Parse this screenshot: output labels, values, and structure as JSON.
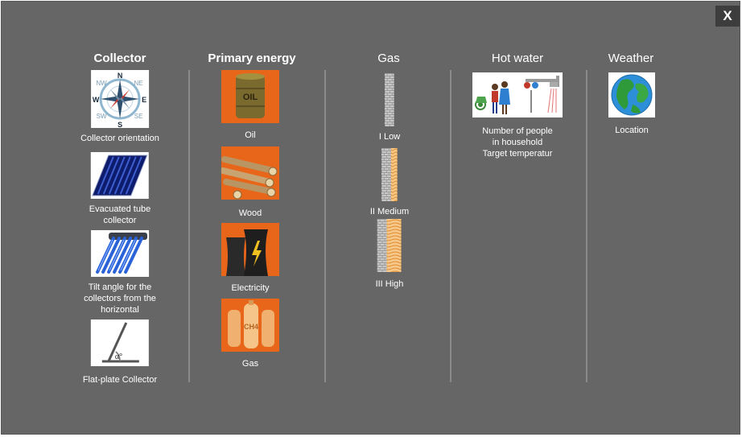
{
  "window": {
    "close_label": "X"
  },
  "columns": {
    "collector": {
      "title": "Collector",
      "items": [
        {
          "label": [
            "Collector orientation"
          ],
          "icon": "compass-rose-icon"
        },
        {
          "label": [
            "Evacuated tube",
            "collector"
          ],
          "icon": "flat-panel-icon"
        },
        {
          "label": [
            "Tilt angle for the",
            "collectors from the",
            "horizontal"
          ],
          "icon": "evacuated-tubes-icon"
        },
        {
          "label": [
            "Flat-plate Collector"
          ],
          "icon": "tilt-angle-icon"
        }
      ],
      "compass": {
        "n": "N",
        "s": "S",
        "e": "E",
        "w": "W",
        "ne": "NE",
        "nw": "NW",
        "se": "SE",
        "sw": "SW"
      },
      "angle_symbol": "α°"
    },
    "primary_energy": {
      "title": "Primary energy",
      "items": [
        {
          "label": "Oil",
          "icon": "oil-barrel-icon",
          "badge": "OIL"
        },
        {
          "label": "Wood",
          "icon": "wood-logs-icon"
        },
        {
          "label": "Electricity",
          "icon": "power-plant-icon"
        },
        {
          "label": "Gas",
          "icon": "gas-cylinders-icon",
          "badge": "CH4"
        }
      ]
    },
    "gas": {
      "title": "Gas",
      "items": [
        {
          "label": "I Low",
          "icon": "wall-insulation-low-icon"
        },
        {
          "label": "II Medium",
          "icon": "wall-insulation-medium-icon"
        },
        {
          "label": "III High",
          "icon": "wall-insulation-high-icon"
        }
      ]
    },
    "hot_water": {
      "title": "Hot water",
      "item": {
        "label": [
          "Number of people",
          "in household",
          "Target temperatur"
        ],
        "icon": "family-shower-icon"
      }
    },
    "weather": {
      "title": "Weather",
      "item": {
        "label": "Location",
        "icon": "globe-icon"
      }
    }
  },
  "colors": {
    "panel_bg": "#666666",
    "separator": "#8a8a8a",
    "close_bg": "#3d3d3d",
    "energy_orange": "#e8661a"
  }
}
